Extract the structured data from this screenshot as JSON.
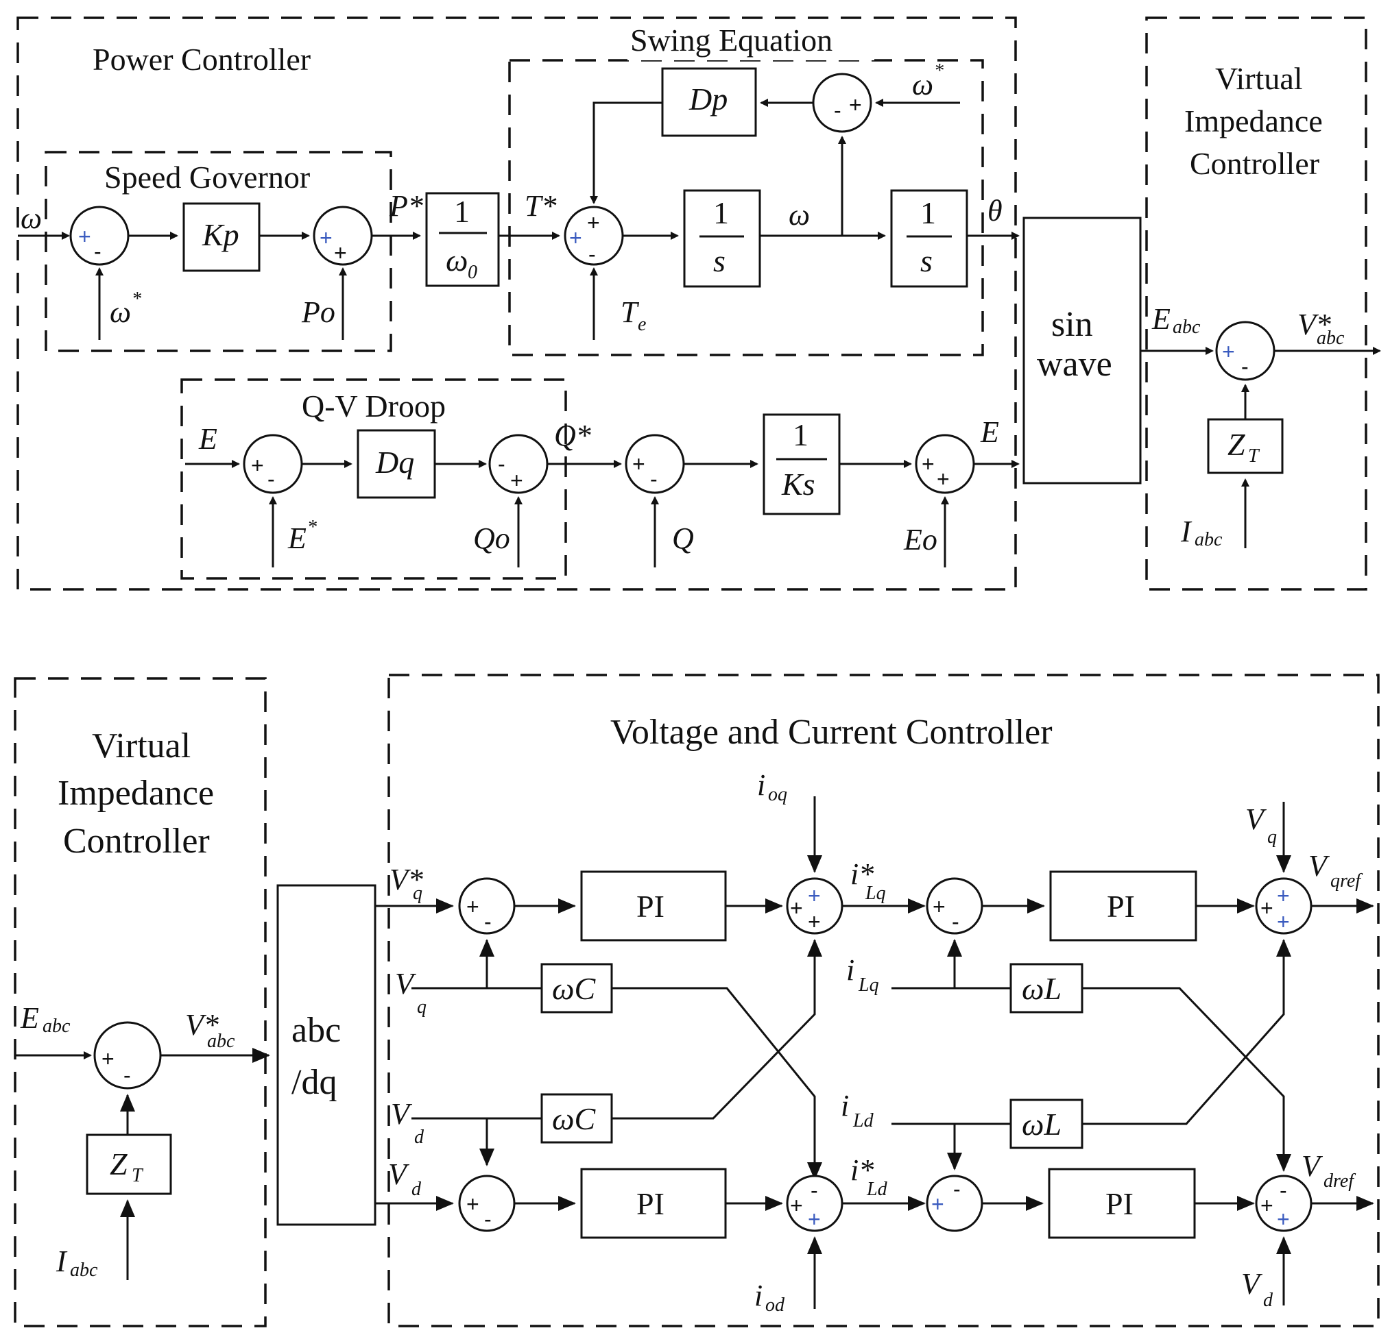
{
  "top": {
    "power_controller": "Power Controller",
    "swing_equation": "Swing Equation",
    "speed_governor": "Speed Governor",
    "qv_droop": "Q-V Droop",
    "virtual_impedance": [
      "Virtual",
      "Impedance",
      "Controller"
    ],
    "sin_wave": [
      "sin",
      "wave"
    ],
    "blocks": {
      "kp": "Kp",
      "dp": "Dp",
      "dq": "Dq",
      "one": "1",
      "omega0": "ω",
      "omega0_sub": "0",
      "s": "s",
      "ks": "Ks",
      "zt": "Z",
      "zt_sub": "T"
    },
    "signals": {
      "omega": "ω",
      "omega_star": "ω",
      "star": "*",
      "p_star": "P*",
      "p_o": "Po",
      "t_star": "T*",
      "t_e": "T",
      "t_e_sub": "e",
      "theta": "θ",
      "e_abc": "E",
      "e_abc_sub": "abc",
      "v_abc_star": "V*",
      "v_abc_sub": "abc",
      "i_abc": "I",
      "i_abc_sub": "abc",
      "e": "E",
      "e_star": "E",
      "q_o": "Qo",
      "q_star": "Q*",
      "q": "Q",
      "e_o": "Eo"
    }
  },
  "bottom": {
    "virtual_impedance": [
      "Virtual",
      "Impedance",
      "Controller"
    ],
    "vcc_title": "Voltage and Current Controller",
    "abc_dq": [
      "abc",
      "/dq"
    ],
    "blocks": {
      "pi": "PI",
      "wc": "ωC",
      "wl": "ωL",
      "zt": "Z",
      "zt_sub": "T"
    },
    "signals": {
      "e_abc": "E",
      "e_abc_sub": "abc",
      "v_abc_star": "V*",
      "v_abc_sub": "abc",
      "i_abc": "I",
      "i_abc_sub": "abc",
      "v_q_star": "V*",
      "v_q": "V",
      "q_sub": "q",
      "v_d": "V",
      "d_sub": "d",
      "i_oq": "i",
      "oq_sub": "oq",
      "i_od": "i",
      "od_sub": "od",
      "i_lq_star": "i*",
      "lq_sub": "Lq",
      "i_ld_star": "i*",
      "ld_sub": "Ld",
      "i_lq": "i",
      "i_ld": "i",
      "v_qref": "V",
      "qref_sub": "qref",
      "v_dref": "V",
      "dref_sub": "dref"
    }
  }
}
